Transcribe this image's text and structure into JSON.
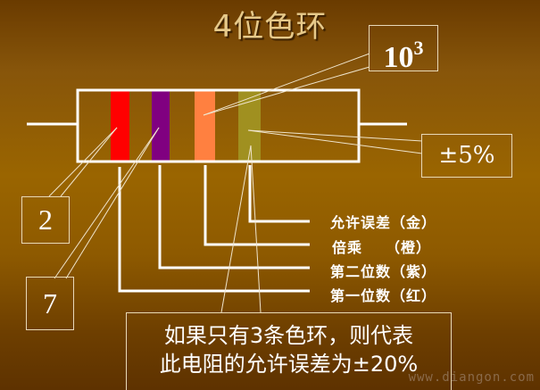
{
  "title": "4位色环",
  "resistor": {
    "bands": [
      {
        "name": "first-digit",
        "color": "#ff0000",
        "label": "第一位数（红）",
        "value": "2"
      },
      {
        "name": "second-digit",
        "color": "#800080",
        "label": "第二位数（紫）",
        "value": "7"
      },
      {
        "name": "multiplier",
        "color": "#ff8040",
        "label": "倍乘　　（橙）",
        "value_base": "10",
        "value_exp": "3"
      },
      {
        "name": "tolerance",
        "color": "#a09020",
        "label": "允许误差（金）",
        "value": "±5%"
      }
    ]
  },
  "callouts": {
    "digit1": "2",
    "digit2": "7",
    "multiplier_base": "10",
    "multiplier_exp": "3",
    "tolerance": "±5%"
  },
  "legend": {
    "tolerance": "允许误差（金）",
    "multiplier": "倍乘　　（橙）",
    "second": "第二位数（紫）",
    "first": "第一位数（红）"
  },
  "note": {
    "line1": "如果只有3条色环，则代表",
    "line2": "此电阻的允许误差为±20%"
  },
  "watermark": "www.diangon.com"
}
